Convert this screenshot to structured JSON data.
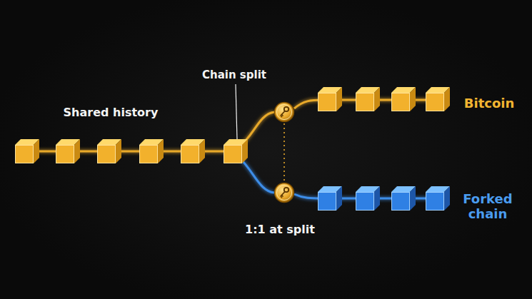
{
  "diagram": {
    "labels": [
      "Shared history",
      "Chain split",
      "Bitcoin",
      "Forked chain",
      "1:1 at split"
    ]
  }
}
